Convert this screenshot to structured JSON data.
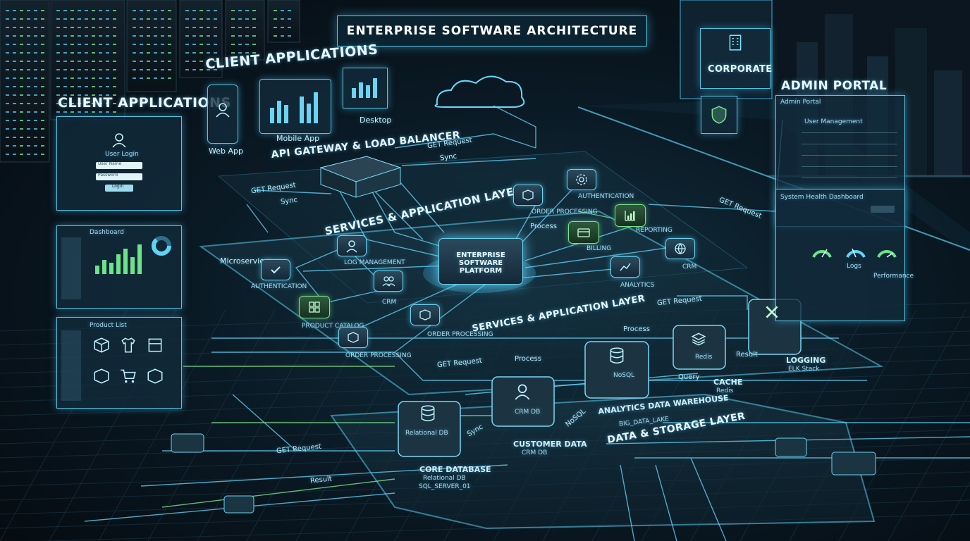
{
  "title": "ENTERPRISE SOFTWARE ARCHITECTURE",
  "client_left": {
    "heading": "CLIENT APPLICATIONS",
    "login_title": "User Login",
    "login_user_placeholder": "User Name",
    "login_pass_placeholder": "Password",
    "login_button": "Login",
    "dashboard_title": "Dashboard",
    "product_title": "Product List"
  },
  "client_top": {
    "heading": "CLIENT APPLICATIONS",
    "web": "Web App",
    "mobile": "Mobile App",
    "desktop": "Desktop"
  },
  "gateway": {
    "label": "API GATEWAY & LOAD BALANCER"
  },
  "corporate": "CORPORATE",
  "admin": {
    "heading": "ADMIN PORTAL",
    "panel_title": "Admin Portal",
    "user_mgmt": "User Management",
    "health_title": "System Health Dashboard",
    "logs": "Logs",
    "performance": "Performance"
  },
  "services": {
    "layer_top": "SERVICES & APPLICATION LAYER",
    "layer_mid": "SERVICES & APPLICATION LAYER",
    "microservices": "Microservices",
    "core": "ENTERPRISE SOFTWARE PLATFORM",
    "nodes": {
      "authentication_left": "AUTHENTICATION",
      "log_management": "LOG MANAGEMENT",
      "product_catalog": "PRODUCT CATALOG",
      "crm_left": "CRM",
      "order_processing_left": "ORDER PROCESSING",
      "order_processing_mid": "ORDER PROCESSING",
      "order_processing_top": "ORDER PROCESSING",
      "authentication_top": "AUTHENTICATION",
      "billing": "BILLING",
      "reporting": "REPORTING",
      "analytics": "ANALYTICS",
      "crm_right": "CRM"
    }
  },
  "data": {
    "layer": "DATA & STORAGE LAYER",
    "core_db": "CORE DATABASE",
    "core_db_sub1": "Relational DB",
    "core_db_sub2": "SQL_SERVER_01",
    "core_db_chip": "Relational DB",
    "customer": "CUSTOMER DATA",
    "customer_sub": "CRM DB",
    "customer_chip": "CRM DB",
    "warehouse": "ANALYTICS DATA WAREHOUSE",
    "warehouse_sub": "BIG_DATA_LAKE",
    "warehouse_chip": "NoSQL",
    "cache": "CACHE",
    "cache_sub": "Redis",
    "cache_chip": "Redis",
    "logging": "LOGGING",
    "logging_sub": "ELK Stack"
  },
  "flows": {
    "get_request": "GET Request",
    "sync": "Sync",
    "process": "Process",
    "query": "Query",
    "result": "Result",
    "nosql": "NoSQL"
  }
}
